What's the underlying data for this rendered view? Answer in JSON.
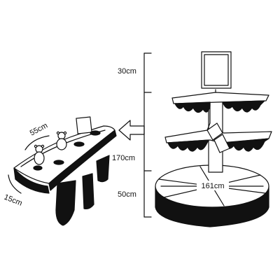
{
  "dimensions": {
    "top_height": "30cm",
    "middle_height": "170cm",
    "base_height": "50cm",
    "base_diameter": "161cm",
    "unit_width": "55cm",
    "unit_depth": "15cm"
  },
  "colors": {
    "line": "#111111",
    "fill": "#111111",
    "background": "#ffffff"
  },
  "icons": {
    "pointer": "arrow-left-icon"
  }
}
